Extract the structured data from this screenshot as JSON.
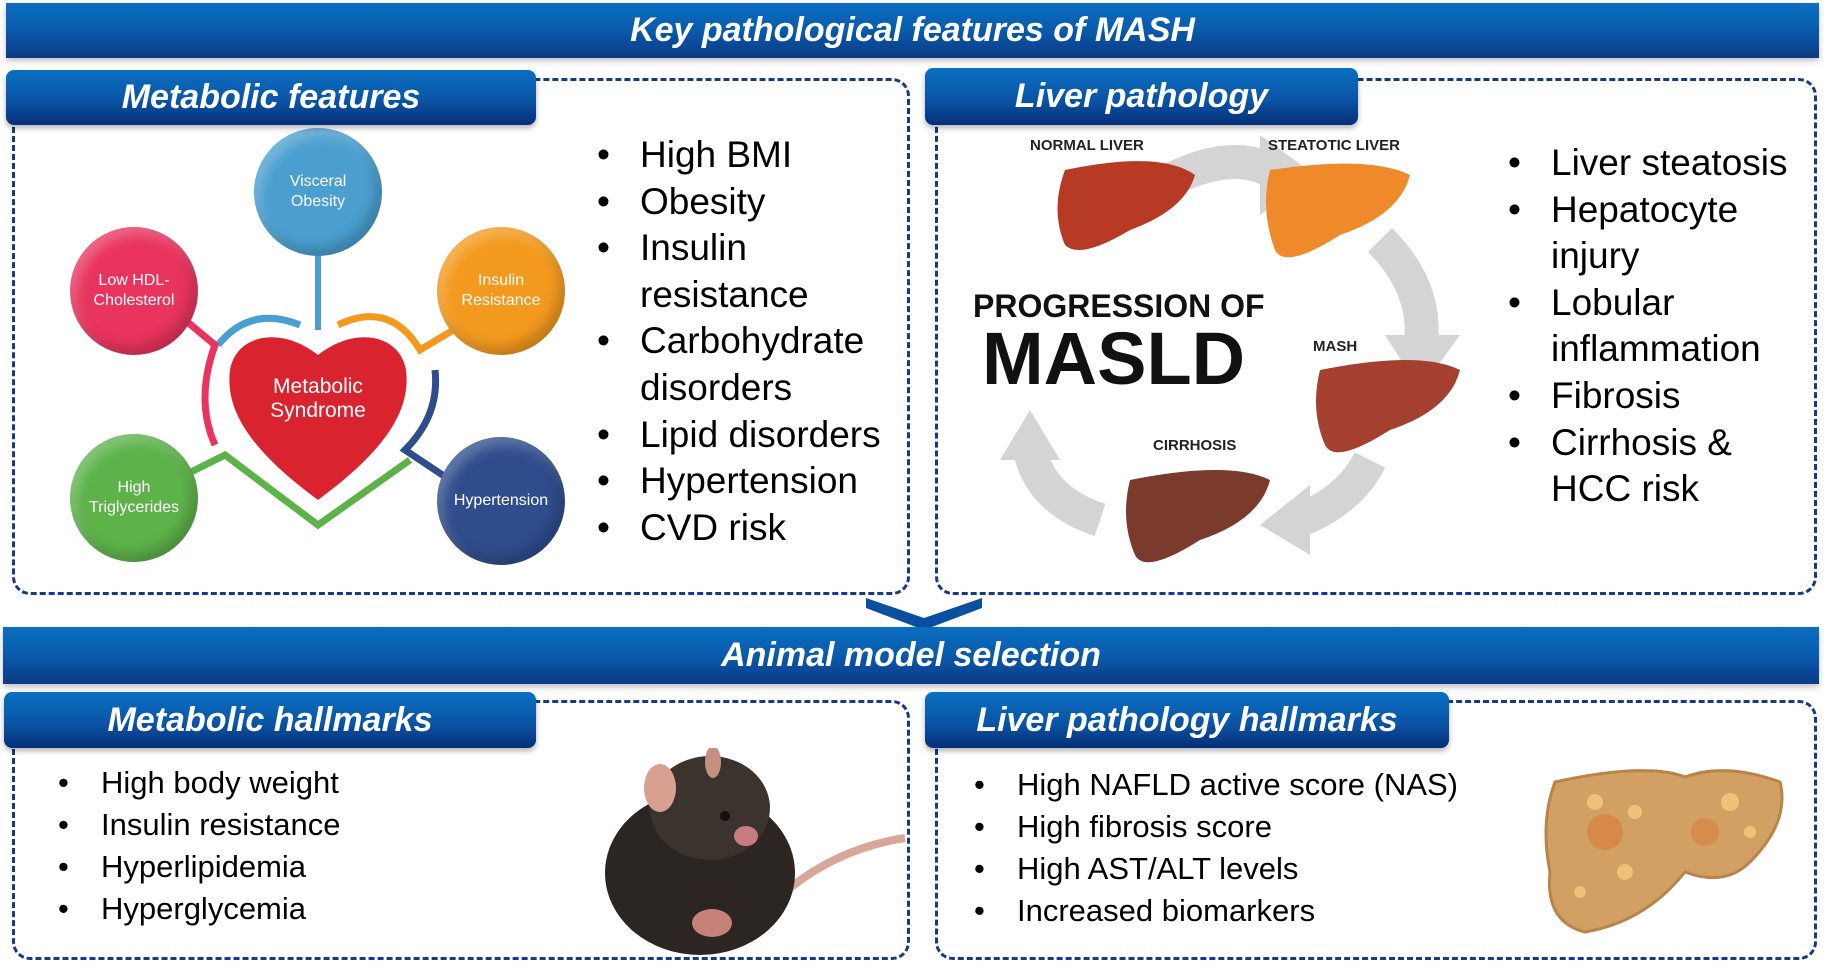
{
  "title": "Key pathological features of MASH",
  "metabolic": {
    "header": "Metabolic features",
    "diagram": {
      "center": "Metabolic Syndrome",
      "nodes": [
        "Visceral Obesity",
        "Low HDL-Cholesterol",
        "Insulin Resistance",
        "High Triglycerides",
        "Hypertension"
      ]
    },
    "bullets": [
      "High BMI",
      "Obesity",
      "Insulin resistance",
      "Carbohydrate disorders",
      "Lipid disorders",
      "Hypertension",
      "CVD risk"
    ]
  },
  "liver": {
    "header": "Liver pathology",
    "diagram": {
      "title_line1": "PROGRESSION OF",
      "title_line2": "MASLD",
      "stages": [
        "NORMAL LIVER",
        "STEATOTIC LIVER",
        "MASH",
        "CIRRHOSIS"
      ]
    },
    "bullets": [
      "Liver steatosis",
      "Hepatocyte injury",
      "Lobular inflammation",
      "Fibrosis",
      "Cirrhosis & HCC risk"
    ]
  },
  "selection": "Animal model selection",
  "metabolic_hallmarks": {
    "header": "Metabolic hallmarks",
    "bullets": [
      "High body weight",
      "Insulin resistance",
      "Hyperlipidemia",
      "Hyperglycemia"
    ]
  },
  "liver_hallmarks": {
    "header": "Liver pathology hallmarks",
    "bullets": [
      "High NAFLD active score (NAS)",
      "High fibrosis score",
      "High AST/ALT levels",
      "Increased biomarkers"
    ]
  },
  "colors": {
    "bar": "#0a5aab",
    "dash": "#163a86",
    "visceral": "#4a9fd0",
    "hdl": "#e8345e",
    "insulin": "#f39a1e",
    "trig": "#5db24a",
    "hyper": "#2f4c8c",
    "heart": "#d9232e"
  }
}
